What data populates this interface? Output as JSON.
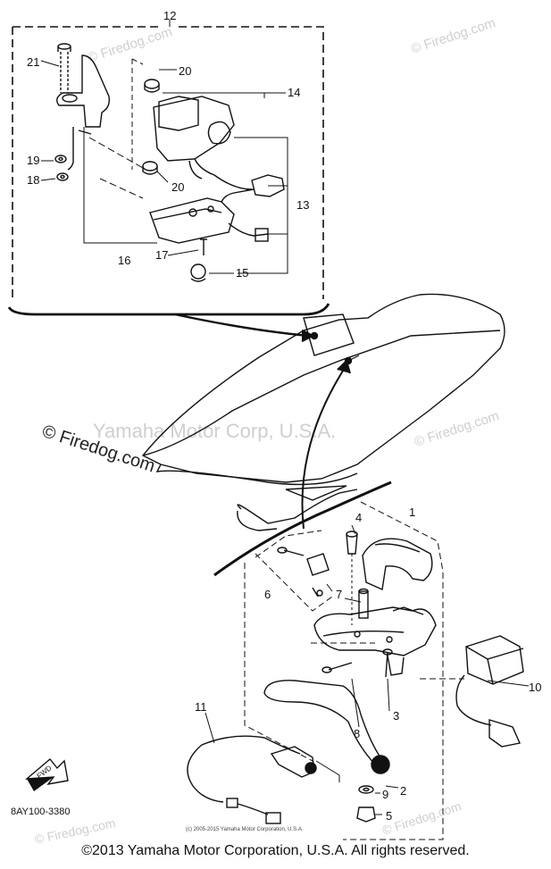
{
  "watermarks": {
    "brand": "© Firedog.com",
    "brand_short": "© Firedog.com",
    "center": "Yamaha Motor Corp, U.S.A."
  },
  "part_code": "8AY100-3380",
  "small_copyright": "(c) 2005-2015 Yamaha Motor Corporation, U.S.A.",
  "fwd_label": "FWD",
  "footer": "©2013 Yamaha Motor Corporation, U.S.A. All rights reserved.",
  "callouts": [
    "12",
    "21",
    "20",
    "14",
    "13",
    "19",
    "18",
    "20",
    "16",
    "17",
    "15",
    "4",
    "1",
    "6",
    "7",
    "10",
    "11",
    "8",
    "3",
    "9",
    "2",
    "5"
  ]
}
